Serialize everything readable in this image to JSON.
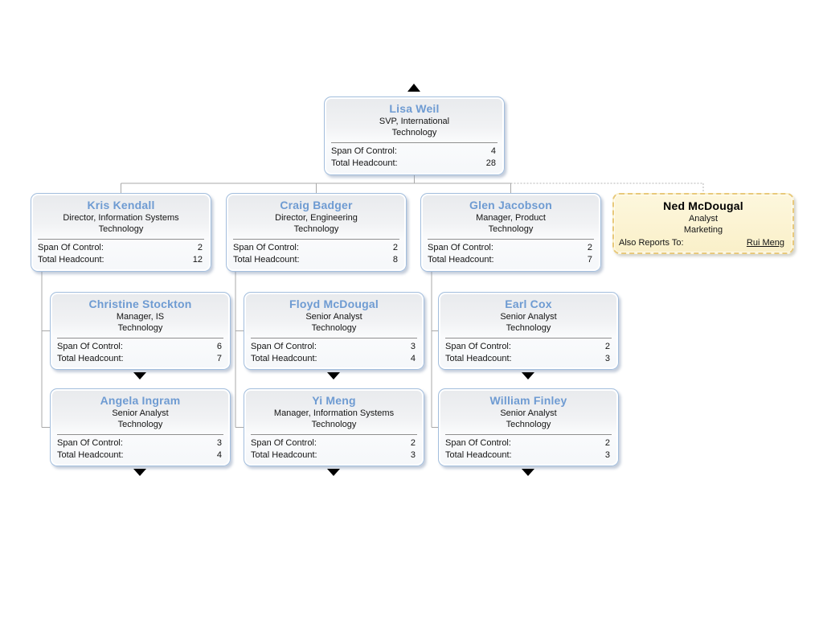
{
  "labels": {
    "span_of_control": "Span Of Control:",
    "total_headcount": "Total Headcount:",
    "also_reports_to": "Also Reports To:"
  },
  "colors": {
    "node_border": "#a3bedd",
    "node_name_text": "#6e9bd2",
    "alt_node_background": "#fbf2cf",
    "alt_node_border": "#e8c97a",
    "connector_line": "#a8a8a8",
    "expand_arrow": "#000000"
  },
  "icons": {
    "collapse_up_arrow": "triangle-up",
    "expand_down_arrow": "triangle-down"
  },
  "nodes": [
    {
      "name": "Lisa Weil",
      "title": "SVP, International",
      "department": "Technology",
      "span_of_control": "4",
      "total_headcount": "28"
    },
    {
      "name": "Kris Kendall",
      "title": "Director, Information Systems",
      "department": "Technology",
      "span_of_control": "2",
      "total_headcount": "12"
    },
    {
      "name": "Craig Badger",
      "title": "Director, Engineering",
      "department": "Technology",
      "span_of_control": "2",
      "total_headcount": "8"
    },
    {
      "name": "Glen Jacobson",
      "title": "Manager, Product",
      "department": "Technology",
      "span_of_control": "2",
      "total_headcount": "7"
    },
    {
      "name": "Ned McDougal",
      "title": "Analyst",
      "department": "Marketing",
      "also_reports_to_name": "Rui Meng"
    },
    {
      "name": "Christine Stockton",
      "title": "Manager, IS",
      "department": "Technology",
      "span_of_control": "6",
      "total_headcount": "7"
    },
    {
      "name": "Floyd McDougal",
      "title": "Senior Analyst",
      "department": "Technology",
      "span_of_control": "3",
      "total_headcount": "4"
    },
    {
      "name": "Earl Cox",
      "title": "Senior Analyst",
      "department": "Technology",
      "span_of_control": "2",
      "total_headcount": "3"
    },
    {
      "name": "Angela Ingram",
      "title": "Senior Analyst",
      "department": "Technology",
      "span_of_control": "3",
      "total_headcount": "4"
    },
    {
      "name": "Yi Meng",
      "title": "Manager, Information Systems",
      "department": "Technology",
      "span_of_control": "2",
      "total_headcount": "3"
    },
    {
      "name": "William Finley",
      "title": "Senior Analyst",
      "department": "Technology",
      "span_of_control": "2",
      "total_headcount": "3"
    }
  ]
}
